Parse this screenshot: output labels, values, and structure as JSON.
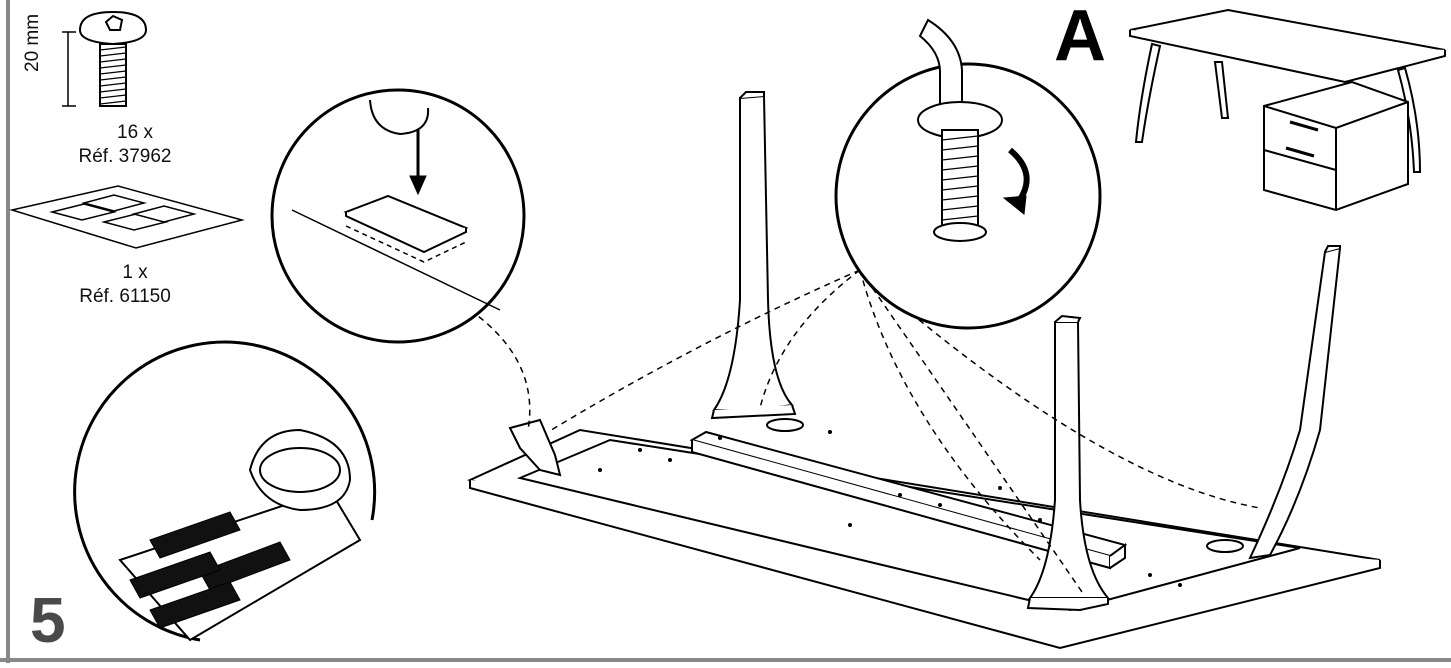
{
  "step": {
    "number": "5",
    "variant": "A"
  },
  "parts": [
    {
      "id": "screw",
      "icon": "screw-icon",
      "dimension": "20 mm",
      "quantity": "16 x",
      "reference": "Réf. 37962"
    },
    {
      "id": "felt-pads",
      "icon": "felt-pad-sheet-icon",
      "quantity": "1 x",
      "reference": "Réf. 61150"
    }
  ],
  "colors": {
    "line": "#000000",
    "frame": "#888888",
    "step_number": "#4a4a4a",
    "pad": "#111111"
  }
}
